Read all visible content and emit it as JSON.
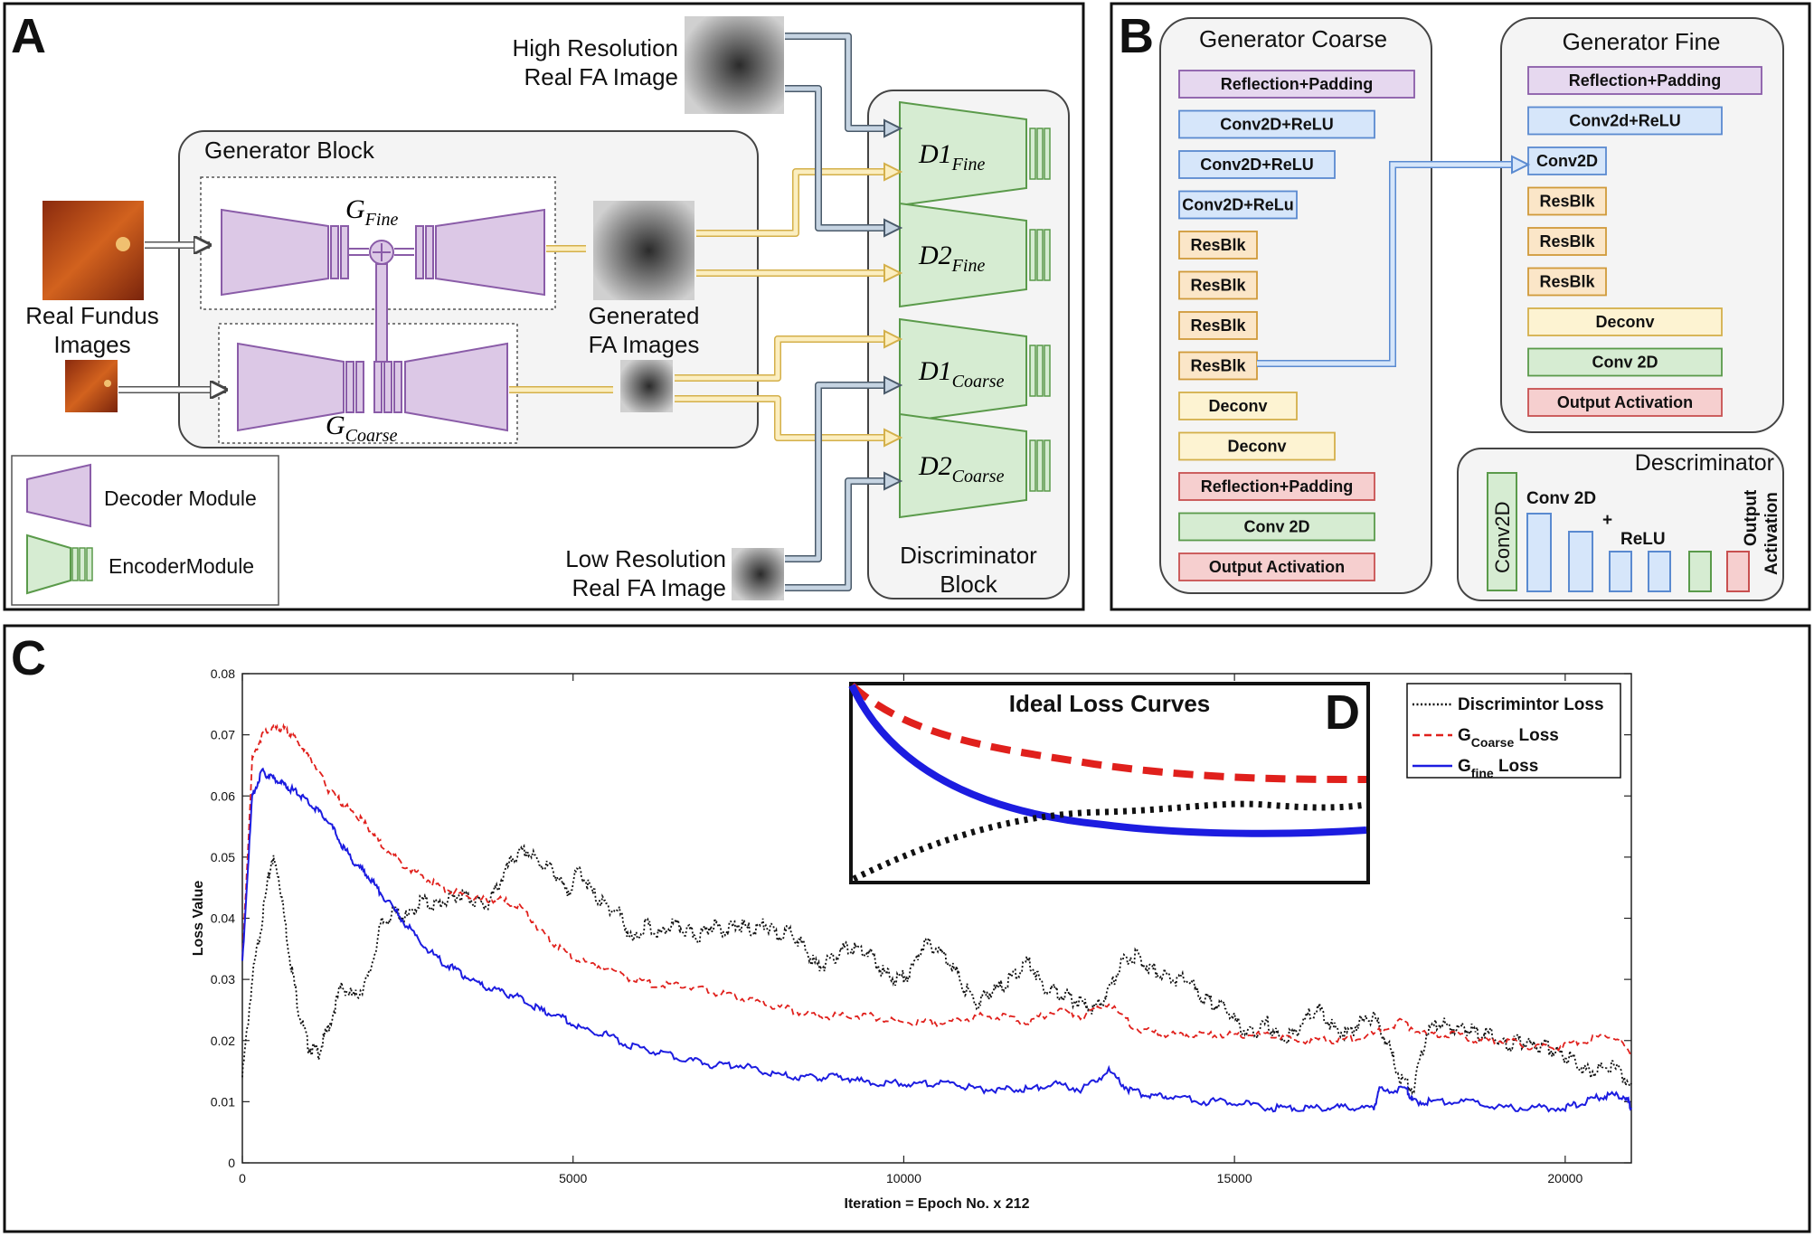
{
  "panel_a": {
    "letter": "A",
    "generator_block": "Generator Block",
    "g_fine": "G",
    "g_fine_sub": "Fine",
    "g_coarse": "G",
    "g_coarse_sub": "Coarse",
    "real_fundus_1": "Real Fundus",
    "real_fundus_2": "Images",
    "generated_1": "Generated",
    "generated_2": "FA Images",
    "high_res_1": "High Resolution",
    "high_res_2": "Real FA Image",
    "low_res_1": "Low Resolution",
    "low_res_2": "Real FA Image",
    "disc_block_1": "Discriminator",
    "disc_block_2": "Block",
    "d_labels": [
      {
        "main": "D1",
        "sub": "Fine"
      },
      {
        "main": "D2",
        "sub": "Fine"
      },
      {
        "main": "D1",
        "sub": "Coarse"
      },
      {
        "main": "D2",
        "sub": "Coarse"
      }
    ],
    "legend_decoder": "Decoder Module",
    "legend_encoder": "EncoderModule",
    "colors": {
      "decoder": "#dcc8e6",
      "encoder": "#d6ecd2",
      "fundus": "#c0501c",
      "fa": "#6a6a6a"
    }
  },
  "panel_b": {
    "letter": "B",
    "coarse_title": "Generator Coarse",
    "coarse_layers": [
      {
        "label": "Reflection+Padding",
        "kind": "purple"
      },
      {
        "label": "Conv2D+ReLU",
        "kind": "blue"
      },
      {
        "label": "Conv2D+ReLU",
        "kind": "blue"
      },
      {
        "label": "Conv2D+ReLu",
        "kind": "blue"
      },
      {
        "label": "ResBlk",
        "kind": "orange"
      },
      {
        "label": "ResBlk",
        "kind": "orange"
      },
      {
        "label": "ResBlk",
        "kind": "orange"
      },
      {
        "label": "ResBlk",
        "kind": "orange"
      },
      {
        "label": "Deconv",
        "kind": "yellow"
      },
      {
        "label": "Deconv",
        "kind": "yellow"
      },
      {
        "label": "Reflection+Padding",
        "kind": "red"
      },
      {
        "label": "Conv 2D",
        "kind": "green"
      },
      {
        "label": "Output Activation",
        "kind": "red"
      }
    ],
    "fine_title": "Generator Fine",
    "fine_layers": [
      {
        "label": "Reflection+Padding",
        "kind": "purple"
      },
      {
        "label": "Conv2d+ReLU",
        "kind": "blue"
      },
      {
        "label": "Conv2D",
        "kind": "blue"
      },
      {
        "label": "ResBlk",
        "kind": "orange"
      },
      {
        "label": "ResBlk",
        "kind": "orange"
      },
      {
        "label": "ResBlk",
        "kind": "orange"
      },
      {
        "label": "Deconv",
        "kind": "yellow"
      },
      {
        "label": "Conv 2D",
        "kind": "green"
      },
      {
        "label": "Output Activation",
        "kind": "red"
      }
    ],
    "disc_title": "Descriminator",
    "disc_conv2d": "Conv2D",
    "disc_conv_relu_1": "Conv 2D",
    "disc_plus": "+",
    "disc_conv_relu_2": "ReLU",
    "disc_output_1": "Output",
    "disc_output_2": "Activation"
  },
  "panel_c": {
    "letter": "C",
    "letter_d": "D",
    "inset_title": "Ideal Loss Curves"
  },
  "chart_data": {
    "type": "line",
    "xlabel": "Iteration = Epoch No. x 212",
    "ylabel": "Loss Value",
    "xlim": [
      0,
      21000
    ],
    "ylim": [
      0,
      0.08
    ],
    "x_ticks": [
      0,
      5000,
      10000,
      15000,
      20000
    ],
    "y_ticks": [
      0,
      0.01,
      0.02,
      0.03,
      0.04,
      0.05,
      0.06,
      0.07,
      0.08
    ],
    "legend_position": "top-right",
    "series": [
      {
        "name": "Discrimintor Loss",
        "style": "dotted",
        "color": "#111111",
        "x": [
          0,
          150,
          300,
          450,
          550,
          700,
          850,
          1000,
          1150,
          1300,
          1500,
          1700,
          1900,
          2100,
          2300,
          2500,
          2700,
          2900,
          3100,
          3300,
          3500,
          3700,
          3900,
          4100,
          4300,
          4500,
          4700,
          4900,
          5100,
          5300,
          5500,
          5700,
          5900,
          6100,
          6300,
          6500,
          6700,
          6900,
          7100,
          7300,
          7500,
          7700,
          7900,
          8100,
          8300,
          8500,
          8700,
          8900,
          9100,
          9300,
          9500,
          9700,
          9900,
          10100,
          10300,
          10500,
          10700,
          10900,
          11100,
          11300,
          11500,
          11700,
          11900,
          12100,
          12300,
          12500,
          12700,
          12900,
          13100,
          13300,
          13500,
          13700,
          13900,
          14100,
          14300,
          14500,
          14700,
          14900,
          15100,
          15300,
          15500,
          15700,
          15900,
          16100,
          16300,
          16500,
          16700,
          16900,
          17100,
          17300,
          17500,
          17700,
          17900,
          18100,
          18300,
          18500,
          18700,
          18900,
          19100,
          19300,
          19500,
          19700,
          19900,
          20100,
          20300,
          20500,
          20700,
          21000
        ],
        "y": [
          0.014,
          0.03,
          0.04,
          0.05,
          0.047,
          0.035,
          0.025,
          0.019,
          0.018,
          0.022,
          0.029,
          0.027,
          0.03,
          0.039,
          0.041,
          0.04,
          0.043,
          0.042,
          0.043,
          0.044,
          0.043,
          0.042,
          0.046,
          0.05,
          0.051,
          0.049,
          0.048,
          0.044,
          0.048,
          0.044,
          0.042,
          0.041,
          0.036,
          0.039,
          0.037,
          0.039,
          0.038,
          0.037,
          0.039,
          0.038,
          0.039,
          0.038,
          0.039,
          0.037,
          0.038,
          0.035,
          0.032,
          0.033,
          0.035,
          0.035,
          0.034,
          0.031,
          0.03,
          0.031,
          0.036,
          0.035,
          0.033,
          0.029,
          0.026,
          0.028,
          0.029,
          0.031,
          0.033,
          0.029,
          0.028,
          0.027,
          0.026,
          0.025,
          0.028,
          0.033,
          0.034,
          0.032,
          0.031,
          0.03,
          0.03,
          0.027,
          0.026,
          0.025,
          0.022,
          0.021,
          0.023,
          0.02,
          0.021,
          0.024,
          0.025,
          0.022,
          0.021,
          0.023,
          0.024,
          0.02,
          0.014,
          0.012,
          0.021,
          0.023,
          0.022,
          0.022,
          0.021,
          0.021,
          0.019,
          0.02,
          0.019,
          0.019,
          0.018,
          0.017,
          0.015,
          0.015,
          0.016,
          0.013
        ]
      },
      {
        "name": "G Coarse Loss",
        "style": "dashed",
        "color": "#e0201c",
        "x": [
          0,
          150,
          300,
          450,
          600,
          750,
          900,
          1100,
          1300,
          1500,
          1700,
          1900,
          2100,
          2400,
          2700,
          3000,
          3300,
          3600,
          3900,
          4200,
          4500,
          4800,
          5100,
          5500,
          5900,
          6300,
          6700,
          7100,
          7500,
          7900,
          8300,
          8700,
          9100,
          9500,
          9900,
          10300,
          10700,
          11100,
          11500,
          11900,
          12300,
          12700,
          13100,
          13500,
          13900,
          14300,
          14700,
          15100,
          15500,
          15900,
          16300,
          16700,
          17100,
          17500,
          17900,
          18300,
          18700,
          19100,
          19500,
          19900,
          20300,
          20700,
          21000
        ],
        "y": [
          0.033,
          0.066,
          0.07,
          0.071,
          0.071,
          0.07,
          0.068,
          0.065,
          0.061,
          0.059,
          0.057,
          0.055,
          0.052,
          0.049,
          0.047,
          0.045,
          0.044,
          0.043,
          0.043,
          0.042,
          0.038,
          0.035,
          0.033,
          0.032,
          0.03,
          0.029,
          0.029,
          0.028,
          0.027,
          0.026,
          0.025,
          0.024,
          0.024,
          0.024,
          0.023,
          0.023,
          0.023,
          0.024,
          0.024,
          0.023,
          0.025,
          0.024,
          0.026,
          0.022,
          0.021,
          0.021,
          0.021,
          0.021,
          0.021,
          0.02,
          0.02,
          0.02,
          0.021,
          0.023,
          0.021,
          0.021,
          0.02,
          0.02,
          0.019,
          0.019,
          0.02,
          0.021,
          0.018
        ]
      },
      {
        "name": "G fine Loss",
        "style": "solid",
        "color": "#1c1ce0",
        "x": [
          0,
          150,
          300,
          450,
          600,
          750,
          900,
          1100,
          1300,
          1500,
          1700,
          1900,
          2100,
          2400,
          2700,
          3000,
          3300,
          3600,
          3900,
          4200,
          4500,
          4800,
          5100,
          5500,
          5900,
          6300,
          6700,
          7100,
          7500,
          7900,
          8300,
          8700,
          9100,
          9500,
          9900,
          10300,
          10700,
          11100,
          11500,
          11900,
          12300,
          12700,
          13100,
          13400,
          13700,
          14000,
          14500,
          15000,
          15500,
          15900,
          16300,
          16700,
          17100,
          17200,
          17600,
          17700,
          18000,
          18500,
          19000,
          19500,
          20000,
          20300,
          20600,
          20900,
          21000
        ],
        "y": [
          0.033,
          0.06,
          0.064,
          0.063,
          0.062,
          0.061,
          0.06,
          0.058,
          0.056,
          0.052,
          0.049,
          0.047,
          0.044,
          0.04,
          0.036,
          0.033,
          0.031,
          0.029,
          0.028,
          0.027,
          0.025,
          0.024,
          0.022,
          0.021,
          0.019,
          0.018,
          0.017,
          0.016,
          0.016,
          0.015,
          0.014,
          0.014,
          0.014,
          0.013,
          0.013,
          0.013,
          0.013,
          0.012,
          0.012,
          0.012,
          0.013,
          0.012,
          0.015,
          0.012,
          0.011,
          0.011,
          0.01,
          0.01,
          0.009,
          0.009,
          0.009,
          0.009,
          0.009,
          0.012,
          0.012,
          0.01,
          0.01,
          0.01,
          0.009,
          0.009,
          0.009,
          0.01,
          0.011,
          0.011,
          0.009
        ]
      }
    ],
    "legend_entries": [
      {
        "name": "Discrimintor Loss",
        "sub": "",
        "tail": ""
      },
      {
        "name": "G",
        "sub": "Coarse",
        "tail": " Loss"
      },
      {
        "name": "G",
        "sub": "fine",
        "tail": " Loss"
      }
    ]
  }
}
